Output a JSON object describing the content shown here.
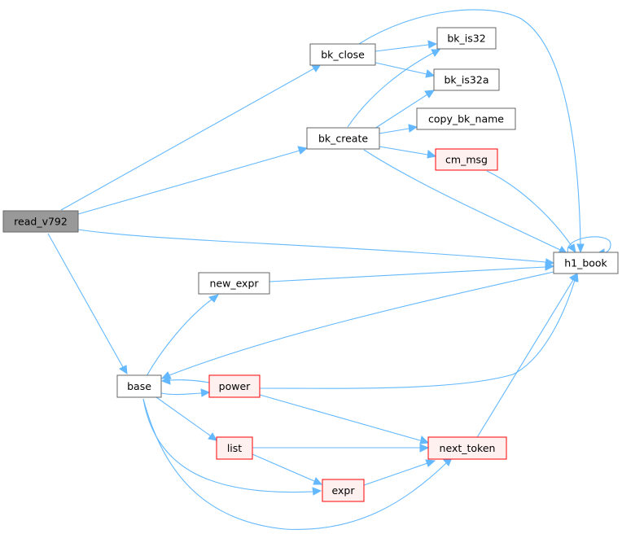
{
  "colors": {
    "edge": "#63b8ff",
    "focus_fill": "#999999",
    "focus_stroke": "#666666",
    "normal_fill": "#ffffff",
    "normal_stroke": "#666666",
    "red_fill": "#fff0f0",
    "red_stroke": "#ff0000"
  },
  "nodes": {
    "read_v792": {
      "label": "read_v792",
      "style": "focus"
    },
    "bk_close": {
      "label": "bk_close",
      "style": "normal"
    },
    "bk_is32": {
      "label": "bk_is32",
      "style": "normal"
    },
    "bk_is32a": {
      "label": "bk_is32a",
      "style": "normal"
    },
    "bk_create": {
      "label": "bk_create",
      "style": "normal"
    },
    "copy_bk_name": {
      "label": "copy_bk_name",
      "style": "normal"
    },
    "cm_msg": {
      "label": "cm_msg",
      "style": "red"
    },
    "h1_book": {
      "label": "h1_book",
      "style": "normal"
    },
    "new_expr": {
      "label": "new_expr",
      "style": "normal"
    },
    "base": {
      "label": "base",
      "style": "normal"
    },
    "power": {
      "label": "power",
      "style": "red"
    },
    "list": {
      "label": "list",
      "style": "red"
    },
    "next_token": {
      "label": "next_token",
      "style": "red"
    },
    "expr": {
      "label": "expr",
      "style": "red"
    }
  },
  "edges": [
    [
      "read_v792",
      "bk_close"
    ],
    [
      "read_v792",
      "bk_create"
    ],
    [
      "read_v792",
      "h1_book"
    ],
    [
      "read_v792",
      "base"
    ],
    [
      "bk_close",
      "bk_is32"
    ],
    [
      "bk_close",
      "bk_is32a"
    ],
    [
      "bk_close",
      "h1_book"
    ],
    [
      "bk_create",
      "bk_is32"
    ],
    [
      "bk_create",
      "bk_is32a"
    ],
    [
      "bk_create",
      "copy_bk_name"
    ],
    [
      "bk_create",
      "cm_msg"
    ],
    [
      "bk_create",
      "h1_book"
    ],
    [
      "cm_msg",
      "h1_book"
    ],
    [
      "h1_book",
      "h1_book"
    ],
    [
      "base",
      "new_expr"
    ],
    [
      "new_expr",
      "h1_book"
    ],
    [
      "h1_book",
      "base"
    ],
    [
      "base",
      "power"
    ],
    [
      "power",
      "base"
    ],
    [
      "power",
      "h1_book"
    ],
    [
      "power",
      "next_token"
    ],
    [
      "base",
      "list"
    ],
    [
      "base",
      "expr"
    ],
    [
      "base",
      "next_token"
    ],
    [
      "list",
      "next_token"
    ],
    [
      "list",
      "expr"
    ],
    [
      "expr",
      "next_token"
    ],
    [
      "next_token",
      "h1_book"
    ]
  ]
}
